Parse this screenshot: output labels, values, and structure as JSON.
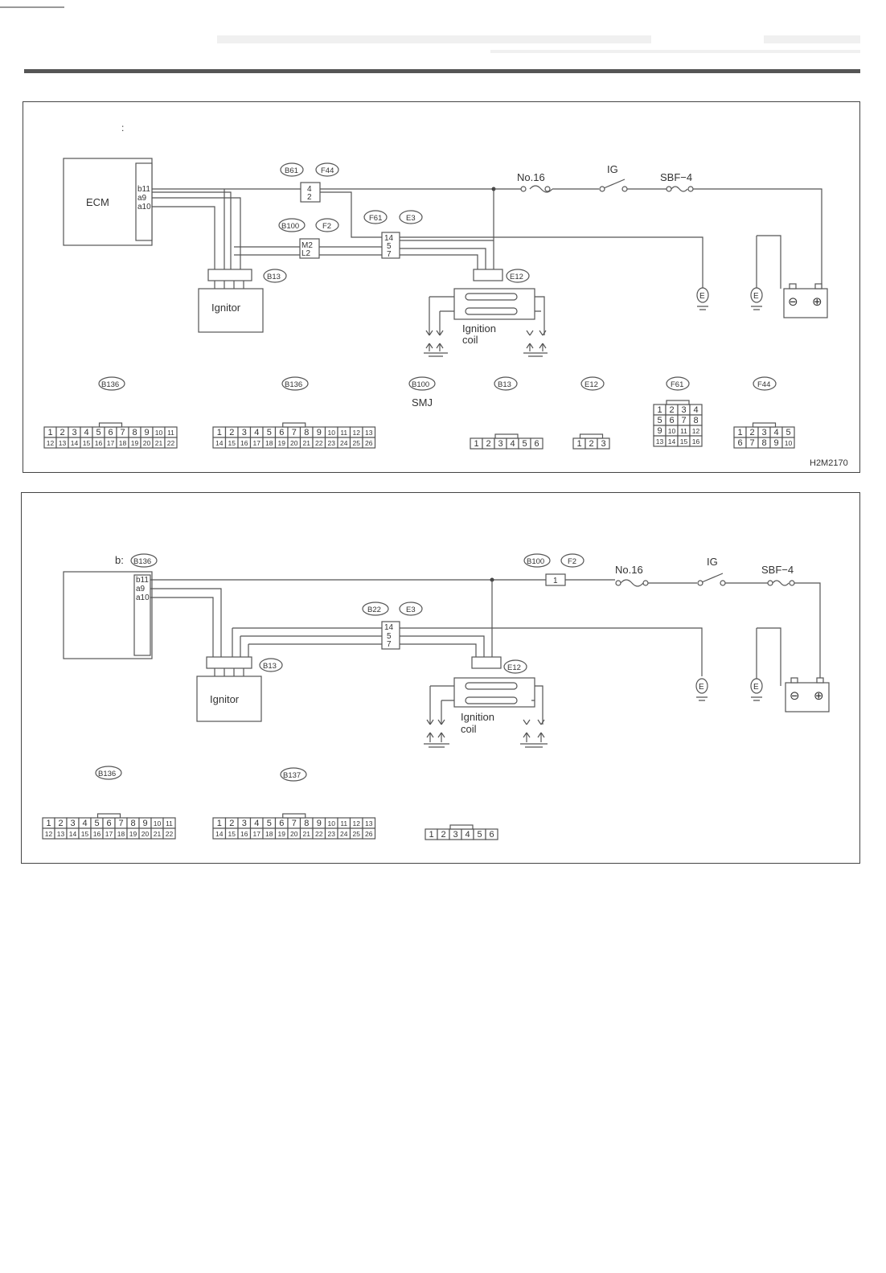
{
  "diagram_1": {
    "ecm_label": "ECM",
    "ecm_pins": [
      "b11",
      "a9",
      "a10"
    ],
    "colon": ":",
    "conn_b61": "B61",
    "conn_f44": "F44",
    "pins_b61": [
      "4",
      "2"
    ],
    "conn_b100": "B100",
    "conn_f2": "F2",
    "pins_b100": [
      "M2",
      "L2"
    ],
    "conn_f61": "F61",
    "conn_e3": "E3",
    "pins_f61": [
      "14",
      "5",
      "7"
    ],
    "conn_b13": "B13",
    "conn_e12": "E12",
    "ignitor_label": "Ignitor",
    "coil_label": "Ignition",
    "coil_label2": "coil",
    "fuse_label": "No.16",
    "ig_label": "IG",
    "sbf_label": "SBF−4",
    "ground_label": "E",
    "minus": "⊖",
    "plus": "⊕",
    "legend_b136_a": "B136",
    "legend_b136_b": "B136",
    "legend_b100": "B100",
    "legend_smj": "SMJ",
    "legend_b13": "B13",
    "legend_e12": "E12",
    "legend_f61": "F61",
    "legend_f44": "F44",
    "code": "H2M2170"
  },
  "diagram_2": {
    "prefix": "b:",
    "conn_b136": "B136",
    "ecm_pins": [
      "b11",
      "a9",
      "a10"
    ],
    "conn_b100": "B100",
    "conn_f2": "F2",
    "pins_b100": [
      "1"
    ],
    "conn_b22": "B22",
    "conn_e3": "E3",
    "pins_b22": [
      "14",
      "5",
      "7"
    ],
    "conn_b13": "B13",
    "conn_e12": "E12",
    "ignitor_label": "Ignitor",
    "coil_label": "Ignition",
    "coil_label2": "coil",
    "fuse_label": "No.16",
    "ig_label": "IG",
    "sbf_label": "SBF−4",
    "ground_label": "E",
    "minus": "⊖",
    "plus": "⊕",
    "legend_b136": "B136",
    "legend_b137": "B137"
  },
  "pinouts": {
    "p22_top": [
      "1",
      "2",
      "3",
      "4",
      "5",
      "6",
      "7",
      "8",
      "9",
      "10",
      "11"
    ],
    "p22_bot": [
      "12",
      "13",
      "14",
      "15",
      "16",
      "17",
      "18",
      "19",
      "20",
      "21",
      "22"
    ],
    "p26_top": [
      "1",
      "2",
      "3",
      "4",
      "5",
      "6",
      "7",
      "8",
      "9",
      "10",
      "11",
      "12",
      "13"
    ],
    "p26_bot": [
      "14",
      "15",
      "16",
      "17",
      "18",
      "19",
      "20",
      "21",
      "22",
      "23",
      "24",
      "25",
      "26"
    ],
    "p6": [
      "1",
      "2",
      "3",
      "4",
      "5",
      "6"
    ],
    "p3": [
      "1",
      "2",
      "3"
    ],
    "p16": [
      [
        "1",
        "2",
        "3",
        "4"
      ],
      [
        "5",
        "6",
        "7",
        "8"
      ],
      [
        "9",
        "10",
        "11",
        "12"
      ],
      [
        "13",
        "14",
        "15",
        "16"
      ]
    ],
    "p10_top": [
      "1",
      "2",
      "3",
      "4",
      "5"
    ],
    "p10_bot": [
      "6",
      "7",
      "8",
      "9",
      "10"
    ]
  }
}
